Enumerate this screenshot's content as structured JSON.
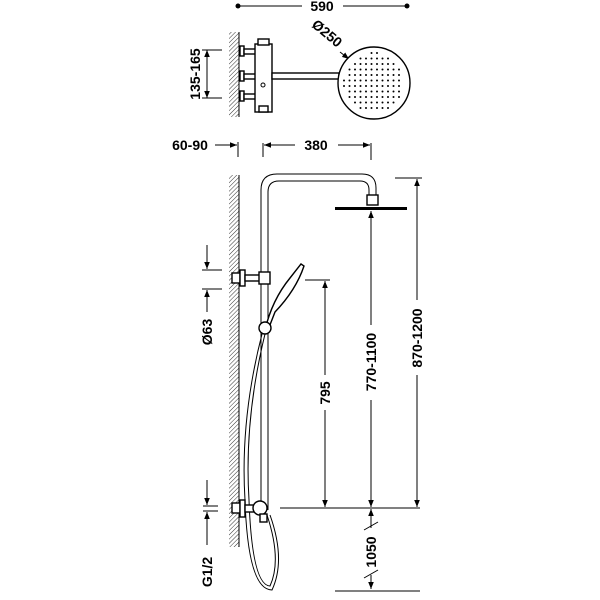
{
  "drawing": {
    "title": "Thermostatic shower column technical drawing",
    "top_view": {
      "width_label": "590",
      "head_diameter_label": "Ø250",
      "valve_spacing_label": "135-165"
    },
    "front_view": {
      "wall_offset_label": "60-90",
      "arm_length_label": "380",
      "total_height_label": "870-1200",
      "head_height_label": "770-1100",
      "handset_bracket_height_label": "795",
      "outlet_height_label": "1050",
      "bracket_diameter_label": "Ø63",
      "connection_label": "G1/2"
    },
    "colors": {
      "line": "#000000",
      "background": "#ffffff"
    }
  }
}
